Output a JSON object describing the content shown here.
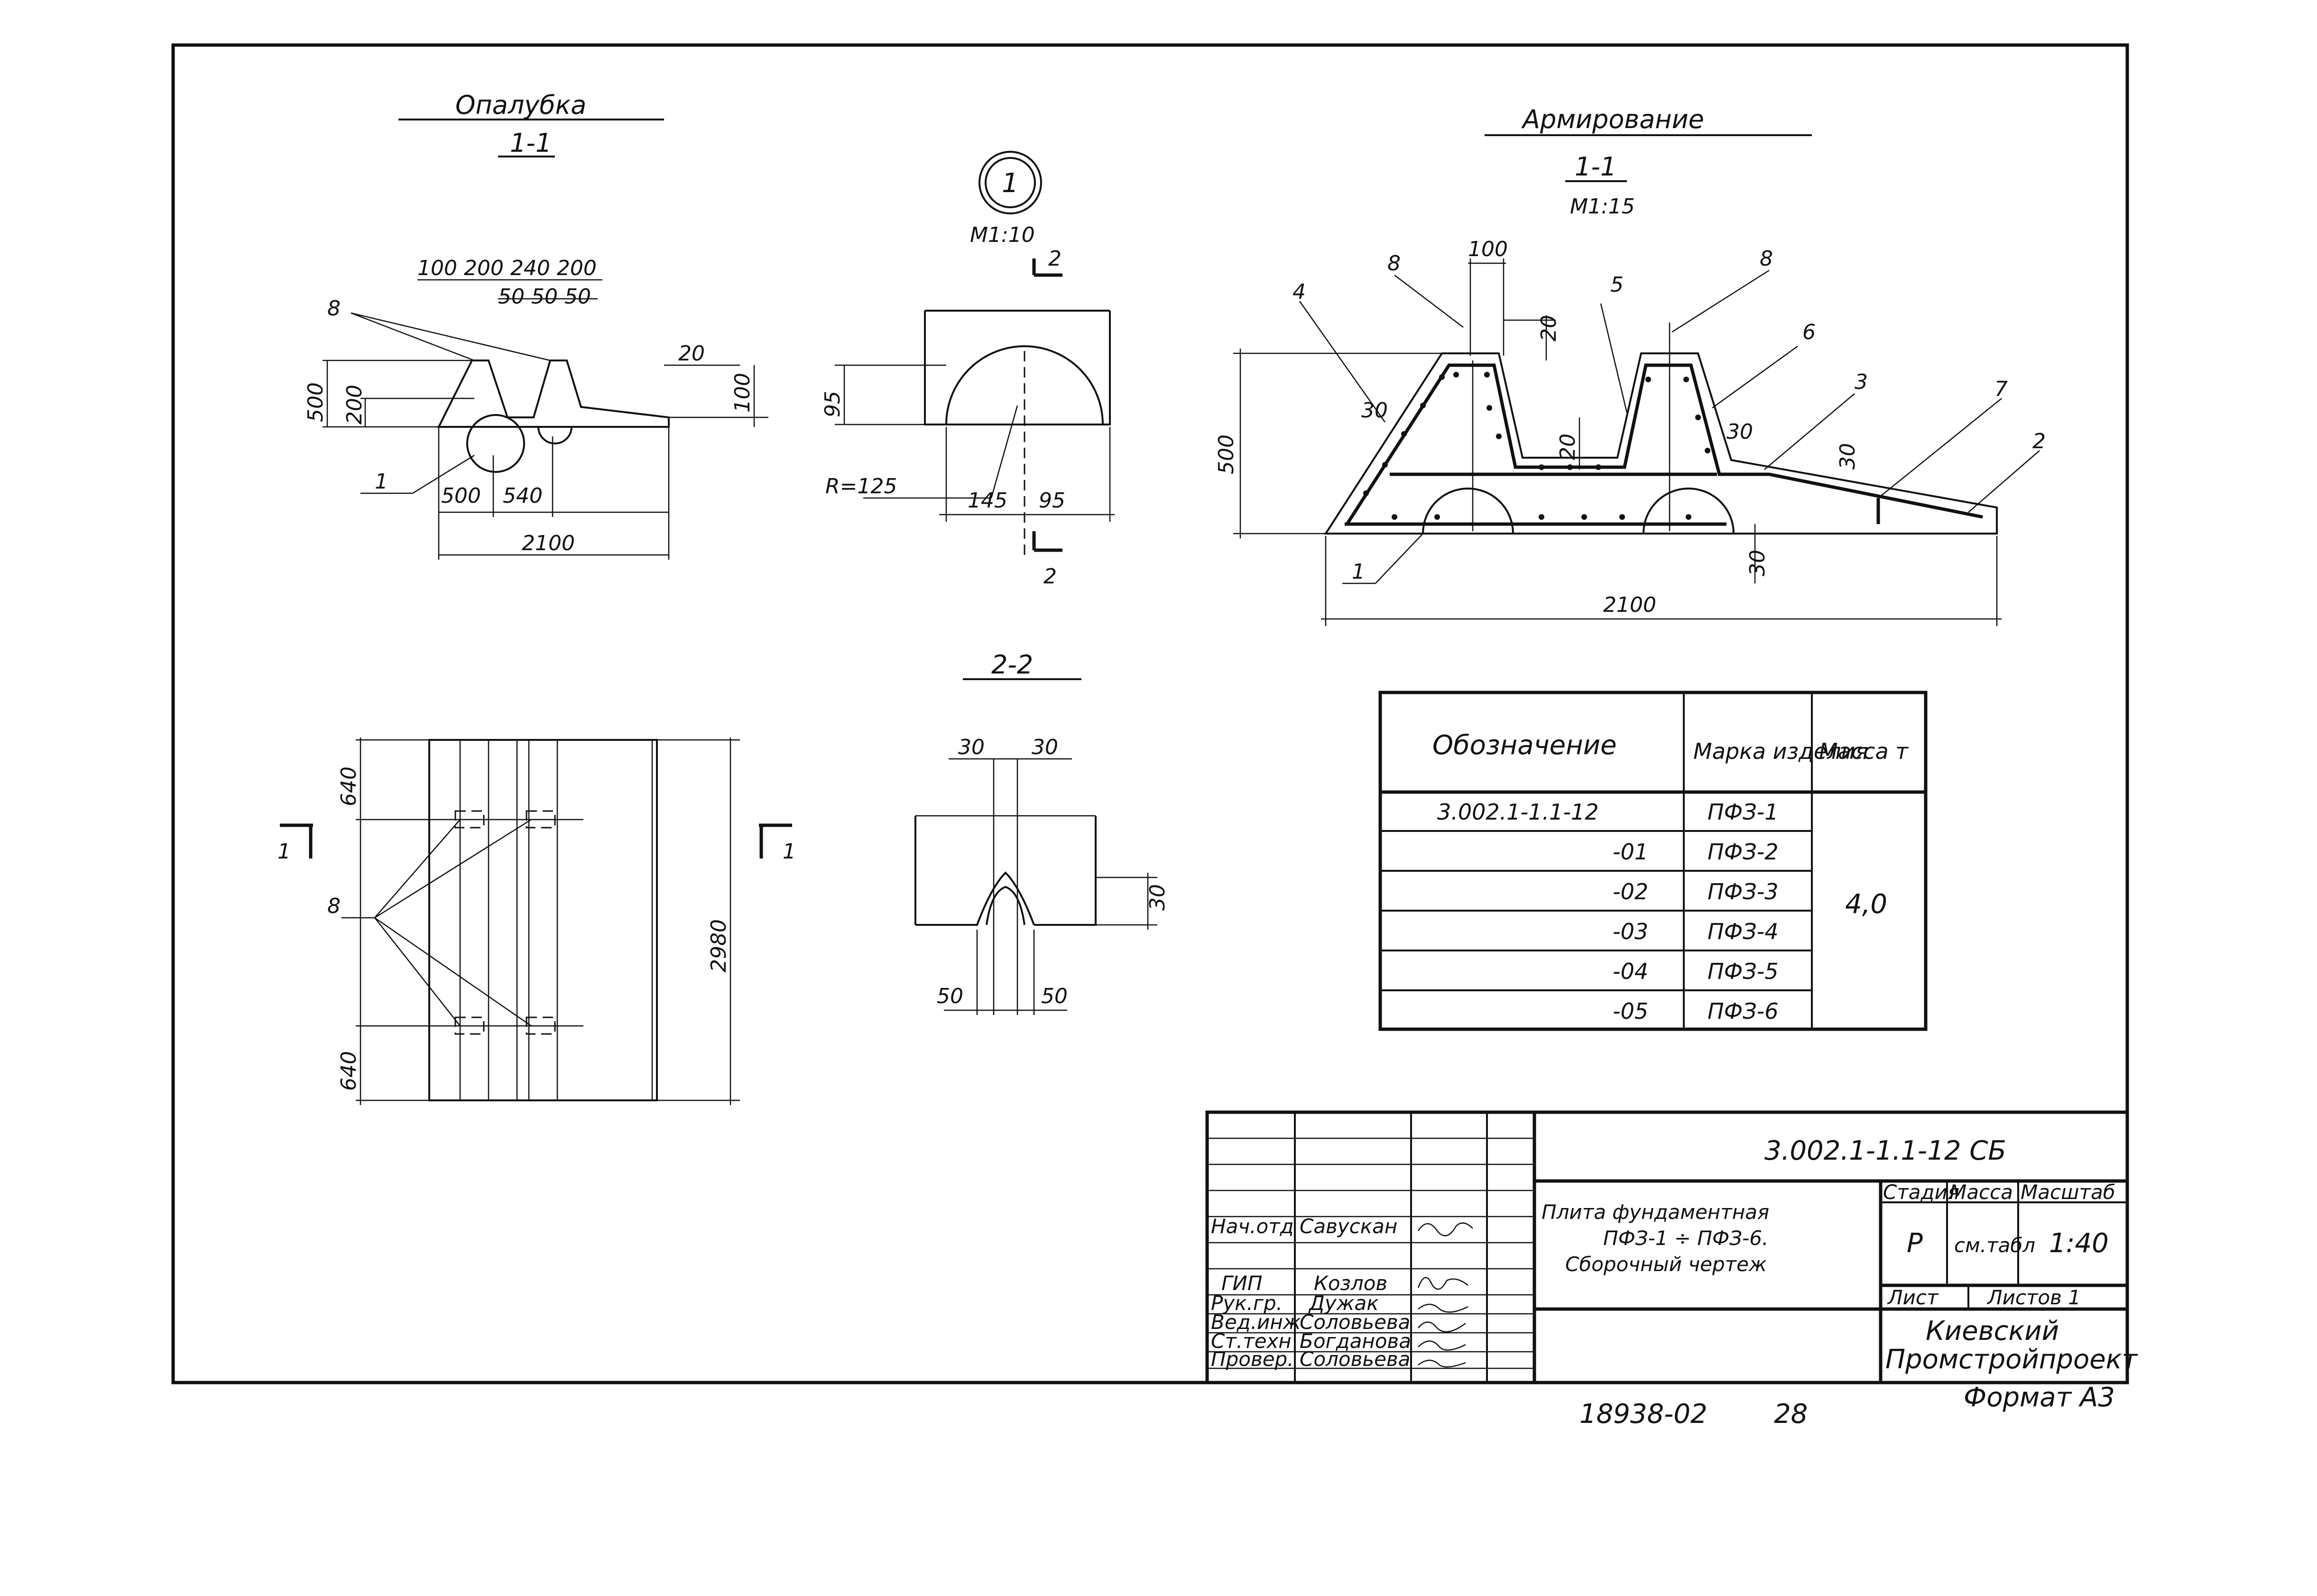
{
  "views": {
    "formwork": {
      "title": "Опалубка",
      "section": "1-1"
    },
    "reinforcement": {
      "title": "Армирование",
      "section": "1-1",
      "scale": "М1:15"
    },
    "node": {
      "number": "1",
      "scale": "М1:10"
    },
    "section22": {
      "title": "2-2"
    },
    "cut_marks": {
      "left": "1",
      "right": "1",
      "node_top": "2",
      "node_bottom": "2"
    }
  },
  "dims": {
    "top_row": "100 200  240  200",
    "sub_row": "50 50  50",
    "h500": "500",
    "h200": "200",
    "h20": "20",
    "h100": "100",
    "w500": "500",
    "w540": "540",
    "w2100": "2100",
    "plan_640": "640",
    "plan_2980": "2980",
    "plan_640b": "640",
    "node_95": "95",
    "node_r": "R=125",
    "node_145": "145",
    "node_95b": "95",
    "s22_30a": "30",
    "s22_30b": "30",
    "s22_30c": "30",
    "s22_50a": "50",
    "s22_50b": "50",
    "r_100": "100",
    "r_20a": "20",
    "r_20b": "20",
    "r_30a": "30",
    "r_30b": "30",
    "r_30c": "30",
    "r_30d": "30",
    "r_500": "500",
    "r_2100": "2100"
  },
  "callouts": {
    "f_8": "8",
    "f_1": "1",
    "plan_8": "8",
    "r_4": "4",
    "r_8a": "8",
    "r_5": "5",
    "r_8b": "8",
    "r_6": "6",
    "r_3": "3",
    "r_7": "7",
    "r_2": "2",
    "r_1": "1"
  },
  "spec_table": {
    "headers": [
      "Обозначение",
      "Марка изделия",
      "Масса т"
    ],
    "rows": [
      {
        "designation": "3.002.1-1.1-12",
        "mark": "ПФЗ-1"
      },
      {
        "designation": "-01",
        "mark": "ПФЗ-2"
      },
      {
        "designation": "-02",
        "mark": "ПФЗ-3"
      },
      {
        "designation": "-03",
        "mark": "ПФЗ-4"
      },
      {
        "designation": "-04",
        "mark": "ПФЗ-5"
      },
      {
        "designation": "-05",
        "mark": "ПФЗ-6"
      }
    ],
    "mass": "4,0"
  },
  "title_block": {
    "code": "3.002.1-1.1-12 СБ",
    "name_line1": "Плита фундаментная",
    "name_line2": "ПФЗ-1 ÷ ПФЗ-6.",
    "name_line3": "Сборочный чертеж",
    "stage_label": "Стадия",
    "mass_label": "Масса",
    "scale_label": "Масштаб",
    "stage": "Р",
    "mass": "см.табл",
    "scale": "1:40",
    "sheet_label": "Лист",
    "sheets_label": "Листов 1",
    "org_line1": "Киевский",
    "org_line2": "Промстройпроект",
    "staff": [
      {
        "role": "Нач.отд",
        "name": "Савускан"
      },
      {
        "role": "ГИП",
        "name": "Козлов"
      },
      {
        "role": "Рук.гр.",
        "name": "Дужак"
      },
      {
        "role": "Вед.инж",
        "name": "Соловьева"
      },
      {
        "role": "Ст.техн",
        "name": "Богданова"
      },
      {
        "role": "Провер.",
        "name": "Соловьева"
      }
    ]
  },
  "footer": {
    "number": "18938-02",
    "page": "28",
    "format": "Формат А3"
  }
}
